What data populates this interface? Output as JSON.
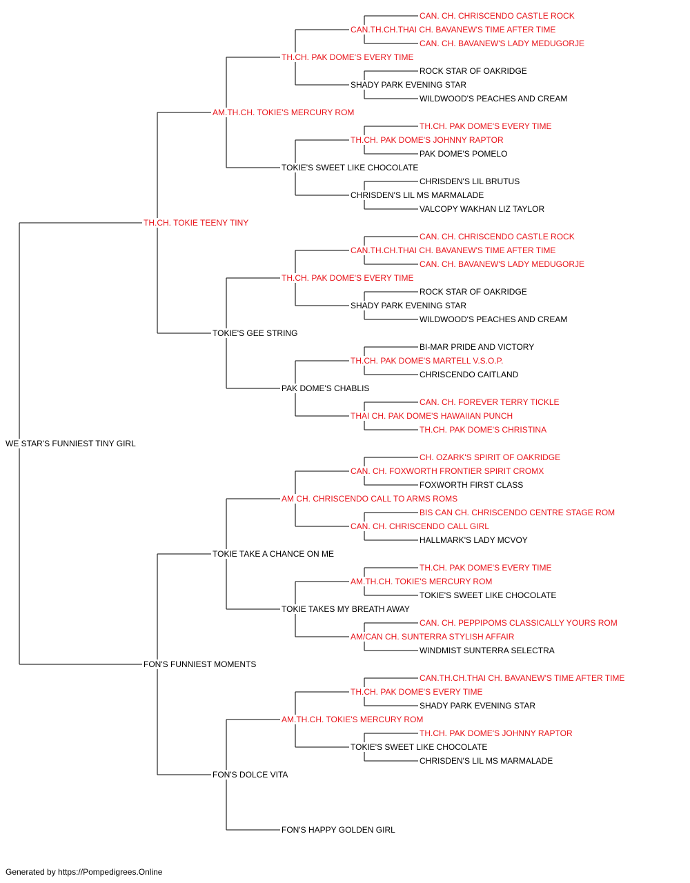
{
  "colors": {
    "champion": "#e8141b",
    "normal": "#000000",
    "line": "#333333"
  },
  "pedigree": {
    "name": "WE STAR'S FUNNIEST TINY GIRL",
    "titled": false,
    "sire": {
      "name": "TH.CH. TOKIE TEENY TINY",
      "titled": true,
      "sire": {
        "name": "AM.TH.CH. TOKIE'S MERCURY ROM",
        "titled": true,
        "sire": {
          "name": "TH.CH. PAK DOME'S EVERY TIME",
          "titled": true,
          "sire": {
            "name": "CAN.TH.CH.THAI CH. BAVANEW'S TIME AFTER TIME",
            "titled": true,
            "sire": {
              "name": "CAN. CH. CHRISCENDO CASTLE ROCK",
              "titled": true
            },
            "dam": {
              "name": "CAN. CH. BAVANEW'S LADY MEDUGORJE",
              "titled": true
            }
          },
          "dam": {
            "name": "SHADY PARK EVENING STAR",
            "titled": false,
            "sire": {
              "name": "ROCK STAR OF OAKRIDGE",
              "titled": false
            },
            "dam": {
              "name": "WILDWOOD'S PEACHES AND CREAM",
              "titled": false
            }
          }
        },
        "dam": {
          "name": "TOKIE'S SWEET LIKE CHOCOLATE",
          "titled": false,
          "sire": {
            "name": "TH.CH. PAK DOME'S JOHNNY RAPTOR",
            "titled": true,
            "sire": {
              "name": "TH.CH. PAK DOME'S EVERY TIME",
              "titled": true
            },
            "dam": {
              "name": "PAK DOME'S POMELO",
              "titled": false
            }
          },
          "dam": {
            "name": "CHRISDEN'S LIL MS MARMALADE",
            "titled": false,
            "sire": {
              "name": "CHRISDEN'S LIL BRUTUS",
              "titled": false
            },
            "dam": {
              "name": "VALCOPY WAKHAN LIZ TAYLOR",
              "titled": false
            }
          }
        }
      },
      "dam": {
        "name": "TOKIE'S GEE STRING",
        "titled": false,
        "sire": {
          "name": "TH.CH. PAK DOME'S EVERY TIME",
          "titled": true,
          "sire": {
            "name": "CAN.TH.CH.THAI CH. BAVANEW'S TIME AFTER TIME",
            "titled": true,
            "sire": {
              "name": "CAN. CH. CHRISCENDO CASTLE ROCK",
              "titled": true
            },
            "dam": {
              "name": "CAN. CH. BAVANEW'S LADY MEDUGORJE",
              "titled": true
            }
          },
          "dam": {
            "name": "SHADY PARK EVENING STAR",
            "titled": false,
            "sire": {
              "name": "ROCK STAR OF OAKRIDGE",
              "titled": false
            },
            "dam": {
              "name": "WILDWOOD'S PEACHES AND CREAM",
              "titled": false
            }
          }
        },
        "dam": {
          "name": "PAK DOME'S CHABLIS",
          "titled": false,
          "sire": {
            "name": "TH.CH. PAK DOME'S MARTELL V.S.O.P.",
            "titled": true,
            "sire": {
              "name": "BI-MAR PRIDE AND VICTORY",
              "titled": false
            },
            "dam": {
              "name": "CHRISCENDO CAITLAND",
              "titled": false
            }
          },
          "dam": {
            "name": "THAI CH. PAK DOME'S HAWAIIAN PUNCH",
            "titled": true,
            "sire": {
              "name": "CAN. CH. FOREVER TERRY TICKLE",
              "titled": true
            },
            "dam": {
              "name": "TH.CH. PAK DOME'S CHRISTINA",
              "titled": true
            }
          }
        }
      }
    },
    "dam": {
      "name": "FON'S FUNNIEST MOMENTS",
      "titled": false,
      "sire": {
        "name": "TOKIE TAKE A CHANCE ON ME",
        "titled": false,
        "sire": {
          "name": "AM CH. CHRISCENDO CALL TO ARMS ROMS",
          "titled": true,
          "sire": {
            "name": "CAN. CH. FOXWORTH FRONTIER SPIRIT CROMX",
            "titled": true,
            "sire": {
              "name": "CH. OZARK'S SPIRIT OF OAKRIDGE",
              "titled": true
            },
            "dam": {
              "name": "FOXWORTH FIRST CLASS",
              "titled": false
            }
          },
          "dam": {
            "name": "CAN. CH. CHRISCENDO CALL GIRL",
            "titled": true,
            "sire": {
              "name": "BIS CAN CH. CHRISCENDO CENTRE STAGE ROM",
              "titled": true
            },
            "dam": {
              "name": "HALLMARK'S LADY MCVOY",
              "titled": false
            }
          }
        },
        "dam": {
          "name": "TOKIE TAKES MY BREATH AWAY",
          "titled": false,
          "sire": {
            "name": "AM.TH.CH. TOKIE'S MERCURY ROM",
            "titled": true,
            "sire": {
              "name": "TH.CH. PAK DOME'S EVERY TIME",
              "titled": true
            },
            "dam": {
              "name": "TOKIE'S SWEET LIKE CHOCOLATE",
              "titled": false
            }
          },
          "dam": {
            "name": "AM/CAN CH. SUNTERRA STYLISH AFFAIR",
            "titled": true,
            "sire": {
              "name": "CAN. CH. PEPPIPOMS CLASSICALLY YOURS ROM",
              "titled": true
            },
            "dam": {
              "name": "WINDMIST SUNTERRA SELECTRA",
              "titled": false
            }
          }
        }
      },
      "dam": {
        "name": "FON'S DOLCE VITA",
        "titled": false,
        "sire": {
          "name": "AM.TH.CH. TOKIE'S MERCURY ROM",
          "titled": true,
          "sire": {
            "name": "TH.CH. PAK DOME'S EVERY TIME",
            "titled": true,
            "sire": {
              "name": "CAN.TH.CH.THAI CH. BAVANEW'S TIME AFTER TIME",
              "titled": true
            },
            "dam": {
              "name": "SHADY PARK EVENING STAR",
              "titled": false
            }
          },
          "dam": {
            "name": "TOKIE'S SWEET LIKE CHOCOLATE",
            "titled": false,
            "sire": {
              "name": "TH.CH. PAK DOME'S JOHNNY RAPTOR",
              "titled": true
            },
            "dam": {
              "name": "CHRISDEN'S LIL MS MARMALADE",
              "titled": false
            }
          }
        },
        "dam": {
          "name": "FON'S HAPPY GOLDEN GIRL",
          "titled": false
        }
      }
    }
  },
  "footer": "Generated by https://Pompedigrees.Online"
}
